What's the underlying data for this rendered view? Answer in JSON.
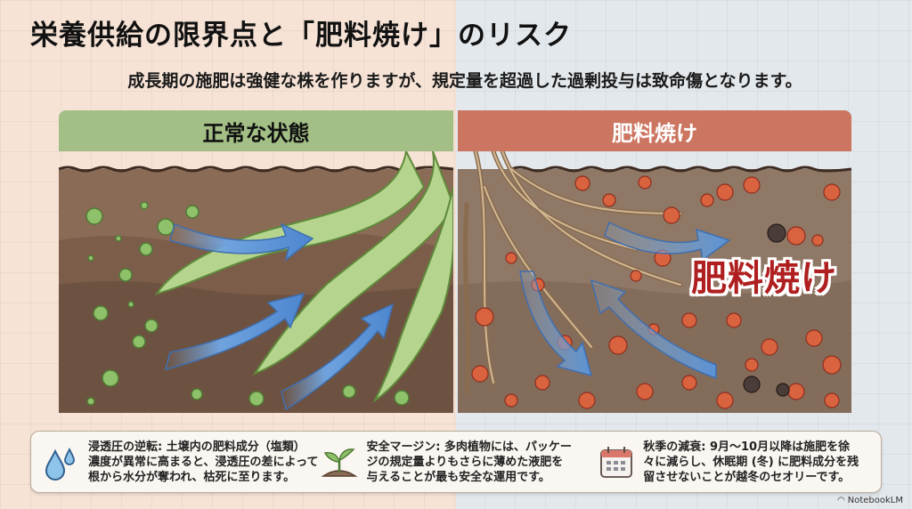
{
  "title": "栄養供給の限界点と「肥料焼け」のリスク",
  "subtitle": "成長期の施肥は強健な株を作りますが、規定量を超過した過剰投与は致命傷となります。",
  "panels": {
    "left": {
      "header": "正常な状態",
      "header_color": "#a3bf85",
      "particle_color": "#8fc06a"
    },
    "right": {
      "header": "肥料焼け",
      "header_color": "#cc7560",
      "particle_color": "#d9623f",
      "overlay_label": "肥料焼け",
      "overlay_color": "#b01f1f"
    }
  },
  "info": [
    {
      "icon": "water-drops-icon",
      "lines": [
        "浸透圧の逆転: 土壌内の肥料成分（塩類）",
        "濃度が異常に高まると、浸透圧の差によって",
        "根から水分が奪われ、枯死に至ります。"
      ]
    },
    {
      "icon": "seedling-icon",
      "lines": [
        "安全マージン: 多肉植物には、パッケー",
        "ジの規定量よりもさらに薄めた液肥を",
        "与えることが最も安全な運用です。"
      ]
    },
    {
      "icon": "calendar-icon",
      "lines": [
        "秋季の減衰: 9月〜10月以降は施肥を徐",
        "々に減らし、休眠期 (冬) に肥料成分を残",
        "留させないことが越冬のセオリーです。"
      ]
    }
  ],
  "credit": "NotebookLM"
}
